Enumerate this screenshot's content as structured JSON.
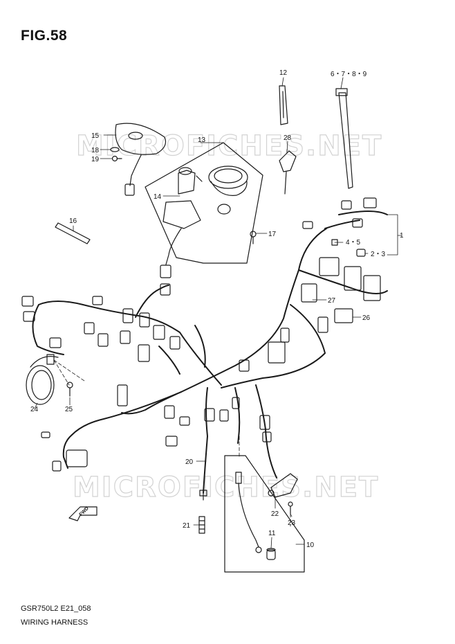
{
  "figure": {
    "title": "FIG.58",
    "code": "GSR750L2 E21_058",
    "caption": "WIRING HARNESS"
  },
  "watermark": "MICROFICHES.NET",
  "fwd_label": "FWD",
  "callouts": {
    "c1": "1",
    "c2_3": "2・3",
    "c4_5": "4・5",
    "c6_9": "6・7・8・9",
    "c10": "10",
    "c11": "11",
    "c12": "12",
    "c13": "13",
    "c14": "14",
    "c15": "15",
    "c16": "16",
    "c17": "17",
    "c18": "18",
    "c19": "19",
    "c20": "20",
    "c21": "21",
    "c22": "22",
    "c23": "23",
    "c24": "24",
    "c25": "25",
    "c26": "26",
    "c27": "27",
    "c28": "28"
  },
  "colors": {
    "line": "#1a1a1a",
    "watermark": "#d2d2d2",
    "background": "#ffffff"
  }
}
